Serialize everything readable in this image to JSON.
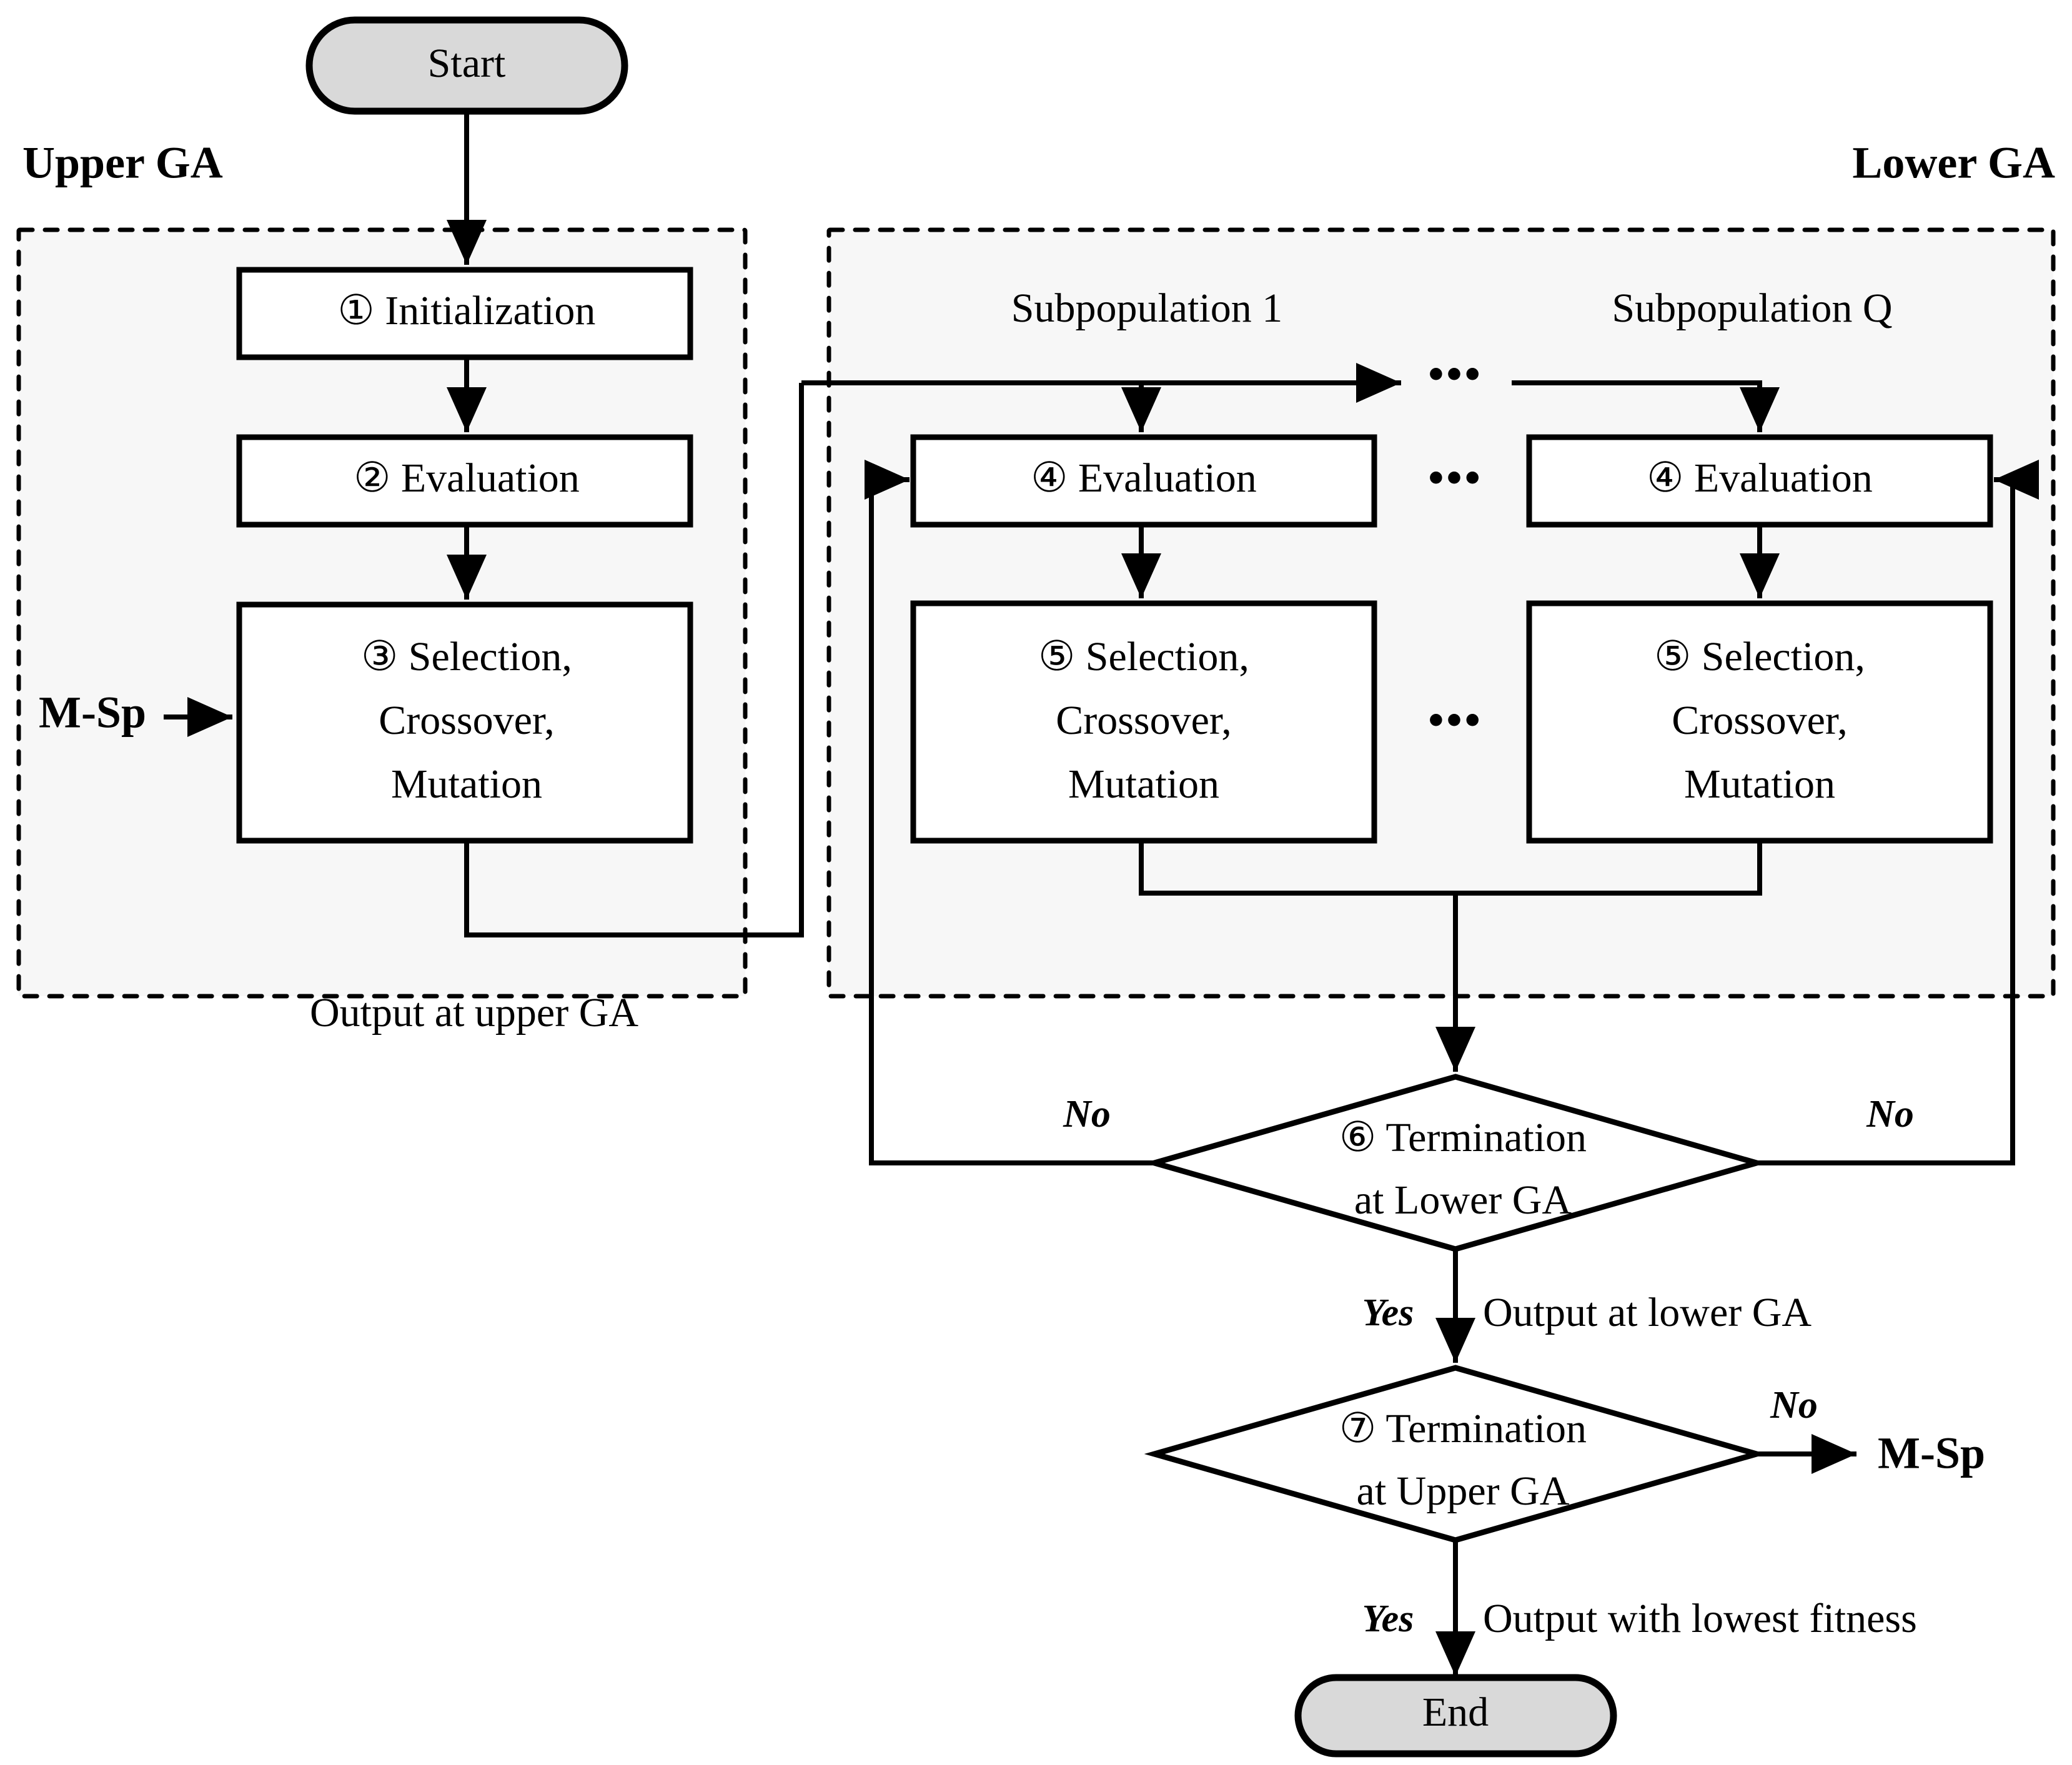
{
  "diagram": {
    "title": "Bi-level genetic algorithm flowchart",
    "colors": {
      "terminator_fill": "#d9d9d9",
      "panel_fill": "#f7f7f7",
      "stroke": "#000000",
      "box_fill": "#ffffff"
    }
  },
  "nodes": {
    "start": {
      "label": "Start"
    },
    "end": {
      "label": "End"
    },
    "step1": {
      "label": "① Initialization"
    },
    "step2": {
      "label": "② Evaluation"
    },
    "step3": {
      "line1": "③ Selection,",
      "line2": "Crossover,",
      "line3": "Mutation"
    },
    "step4_sub1": {
      "label": "④ Evaluation"
    },
    "step4_subq": {
      "label": "④ Evaluation"
    },
    "step5_sub1": {
      "line1": "⑤ Selection,",
      "line2": "Crossover,",
      "line3": "Mutation"
    },
    "step5_subq": {
      "line1": "⑤ Selection,",
      "line2": "Crossover,",
      "line3": "Mutation"
    },
    "step6": {
      "line1": "⑥ Termination",
      "line2": "at Lower GA"
    },
    "step7": {
      "line1": "⑦ Termination",
      "line2": "at Upper GA"
    }
  },
  "panels": {
    "upper": {
      "label": "Upper GA"
    },
    "lower": {
      "label": "Lower GA"
    }
  },
  "columns": {
    "sub1": {
      "label": "Subpopulation 1"
    },
    "subq": {
      "label": "Subpopulation Q"
    }
  },
  "edge_labels": {
    "m_sp_in": "M-Sp",
    "m_sp_out": "M-Sp",
    "output_upper": "Output at upper GA",
    "no_left": "No",
    "no_right": "No",
    "yes_lower": "Yes",
    "output_lower": "Output at lower  GA",
    "no_upper": "No",
    "yes_upper": "Yes",
    "output_lowest": "Output with lowest fitness"
  },
  "ellipsis": {
    "top": "•••",
    "middle": "•••",
    "bottom": "•••"
  }
}
